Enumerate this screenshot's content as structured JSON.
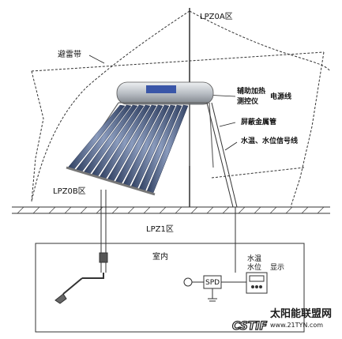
{
  "labels": {
    "lpz0a": "LPZ0A区",
    "lpz0b": "LPZ0B区",
    "lpz1": "LPZ1区",
    "lightning_band": "避雷带",
    "aux_heating_line1": "辅助加热",
    "aux_heating_line2": "测控仪",
    "power_line": "电源线",
    "shield_pipe": "屏蔽金属管",
    "temp_level_signal": "水温、水位信号线",
    "indoor": "室内",
    "spd": "SPD",
    "temp_level_display_line1": "水温",
    "temp_level_display_line2": "水位",
    "display": "显示"
  },
  "logo": {
    "brand": "CSTIF",
    "cn_text": "太阳能联盟网",
    "url": "www.21TYN.com"
  },
  "colors": {
    "line": "#333333",
    "roof_hatch": "#444444",
    "tank_body": "#c9ccd0",
    "tubes": "#4a5f86",
    "logo_text": "#1a1a1a"
  }
}
